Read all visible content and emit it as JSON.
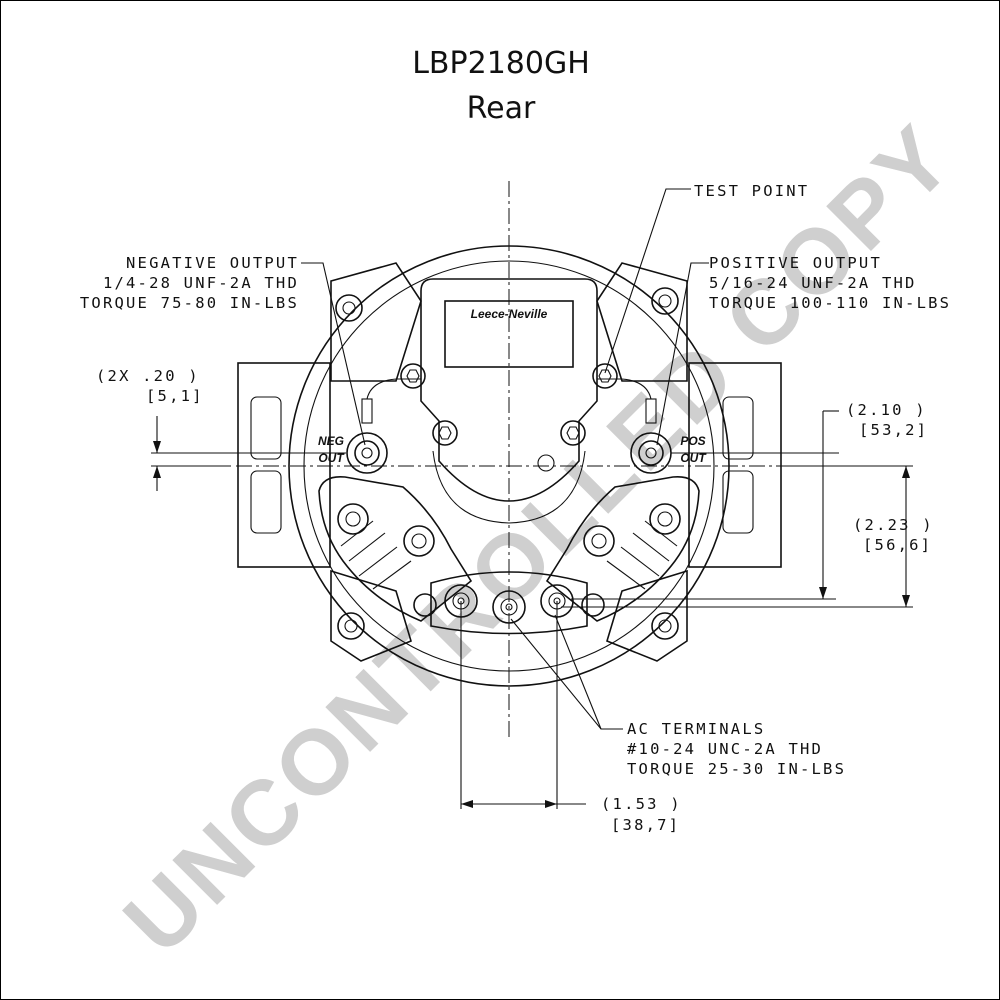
{
  "title": "LBP2180GH",
  "subtitle": "Rear",
  "watermark": "UNCONTROLLED COPY",
  "labels": {
    "neg_out": [
      "NEG",
      "OUT"
    ],
    "pos_out": [
      "POS",
      "OUT"
    ],
    "logo": "Leece-Neville"
  },
  "callouts": {
    "test_point": "TEST POINT",
    "negative_output": [
      "NEGATIVE OUTPUT",
      "1/4-28 UNF-2A THD",
      "TORQUE 75-80 IN-LBS"
    ],
    "positive_output": [
      "POSITIVE OUTPUT",
      "5/16-24 UNF-2A THD",
      "TORQUE 100-110 IN-LBS"
    ],
    "ac_terminals": [
      "AC TERMINALS",
      "#10-24 UNC-2A THD",
      "TORQUE 25-30 IN-LBS"
    ]
  },
  "dimensions": {
    "stud_offset": [
      "(2X .20  )",
      "[5,1]"
    ],
    "output_height": [
      "(2.10  )",
      "[53,2]"
    ],
    "ac_height": [
      "(2.23  )",
      "[56,6]"
    ],
    "ac_spacing": [
      "(1.53  )",
      "[38,7]"
    ]
  }
}
